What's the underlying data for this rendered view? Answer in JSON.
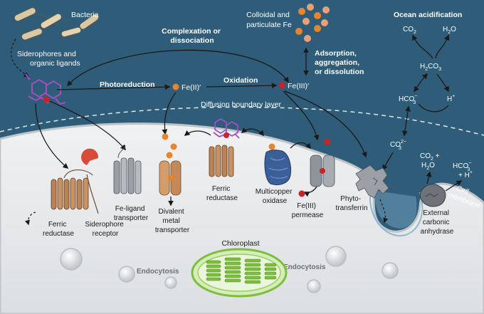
{
  "labels": {
    "bacteria": "Bacteria",
    "siderophores": [
      "Siderophores and",
      "organic ligands"
    ],
    "complexation": [
      "Complexation or",
      "dissociation"
    ],
    "colloidal": [
      "Colloidal and",
      "particulate Fe"
    ],
    "adsorption": [
      "Adsorption,",
      "aggregation,",
      "or dissolution"
    ],
    "photoreduction": "Photoreduction",
    "fe2": "Fe(II)′",
    "oxidation": "Oxidation",
    "fe3": "Fe(III)′",
    "diffusion": "Diffusion boundary layer",
    "ocean_acid": "Ocean acidification",
    "co2_top": "CO",
    "co2_top_sub": "2",
    "h2o_top": "H",
    "h2o_top_sub": "2",
    "h2o_top_tail": "O",
    "h2co3": "H",
    "h2co3_sub1": "2",
    "h2co3_mid": "CO",
    "h2co3_sub2": "3",
    "hco3": "HCO",
    "hco3_sub": "3",
    "hco3_sup": "−",
    "hplus": "H",
    "hplus_sup": "+",
    "co3": "CO",
    "co3_sub": "3",
    "co3_sup": "2−",
    "co2_h2o": [
      "CO",
      "2",
      " +"
    ],
    "h2o_small": [
      "H",
      "2",
      "O"
    ],
    "hco3_h": [
      "HCO",
      "3",
      "−"
    ],
    "hco3_h2": "+ H",
    "hco3_h2_sup": "+",
    "cell_membrane": [
      "Cell",
      "membrane"
    ],
    "ferric_left": [
      "Ferric",
      "reductase"
    ],
    "siderophore_receptor": [
      "Siderophore",
      "receptor"
    ],
    "fe_ligand": [
      "Fe-ligand",
      "transporter"
    ],
    "divalent": [
      "Divalent",
      "metal",
      "transporter"
    ],
    "ferric_mid": [
      "Ferric",
      "reductase"
    ],
    "multicopper": [
      "Multicopper",
      "oxidase"
    ],
    "fe3_permease": [
      "Fe(III)",
      "permease"
    ],
    "phytotransferrin": [
      "Phyto-",
      "transferrin"
    ],
    "external_ca": [
      "External",
      "carbonic",
      "anhydrase"
    ],
    "chloroplast": "Chloroplast",
    "endocytosis_left": "Endocytosis",
    "endocytosis_right": "Endocytosis"
  },
  "colors": {
    "ocean": "#2f5c78",
    "cell": "#e6e8ea",
    "fe_red": "#c8232a",
    "fe_orange": "#e8842c",
    "ligand_purple": "#a24fbf",
    "membrane": "#cfd3d6",
    "chloroplast": "#7cbf3a"
  },
  "icons": [
    "bacteria-icon",
    "siderophore-ligand-icon",
    "fe-particle-icon",
    "transporter-icon",
    "chloroplast-icon",
    "vesicle-icon"
  ]
}
